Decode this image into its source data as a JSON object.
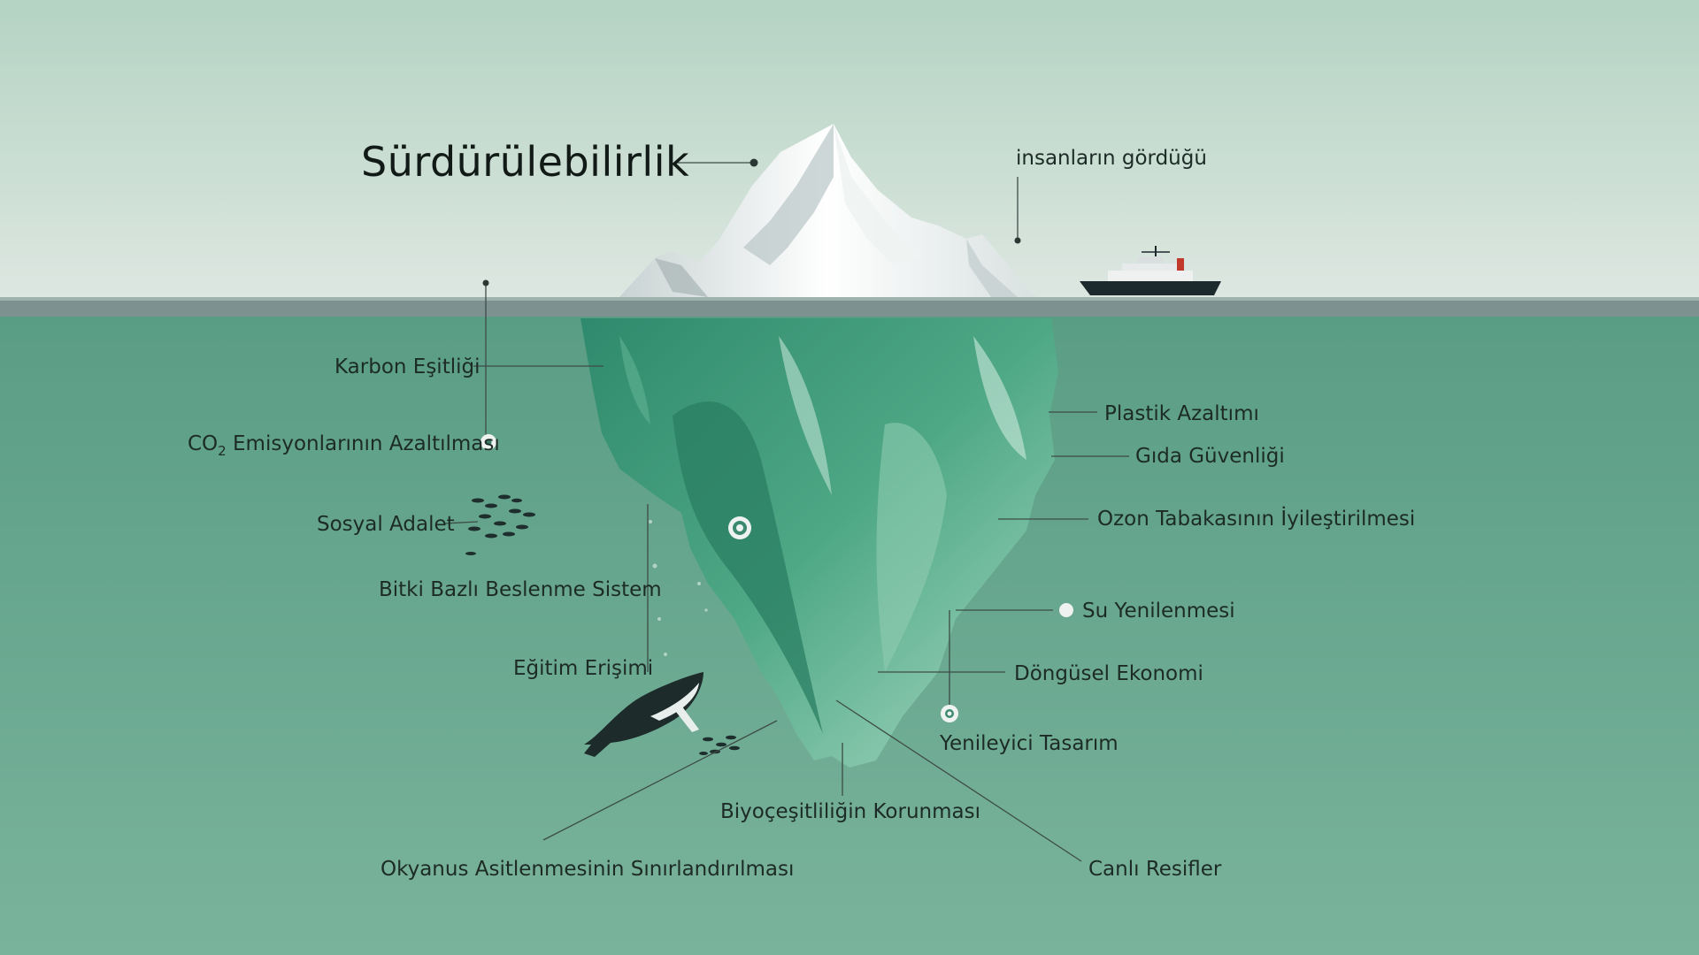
{
  "title": "Sürdürülebilirlik",
  "caption_above": "insanların gördüğü",
  "labels": {
    "karbon": "Karbon Eşitliği",
    "co2_prefix": "CO",
    "co2_sub": "2",
    "co2_rest": " Emisyonlarının Azaltılması",
    "sosyal": "Sosyal Adalet",
    "bitki": "Bitki Bazlı Beslenme Sistem",
    "egitim": "Eğitim Erişimi",
    "okyanus": "Okyanus Asitlenmesinin Sınırlandırılması",
    "biyo": "Biyoçeşitliliğin Korunması",
    "canli": "Canlı Resifler",
    "yenileyici": "Yenileyici Tasarım",
    "dongusel": "Döngüsel Ekonomi",
    "su": "Su Yenilenmesi",
    "ozon": "Ozon Tabakasının İyileştirilmesi",
    "gida": "Gıda Güvenliği",
    "plastik": "Plastik Azaltımı"
  },
  "colors": {
    "sky_top": "#b7d4c5",
    "sky_bottom": "#dbe6e0",
    "water_top": "#5c9e86",
    "water_bottom": "#78b09a",
    "ice_above": "#f4f7f6",
    "ice_below": "#3f9b7c",
    "line": "#3d4c47"
  },
  "icons": [
    "iceberg-illustration",
    "ship-icon",
    "whale-icon",
    "fish-school-icon"
  ]
}
